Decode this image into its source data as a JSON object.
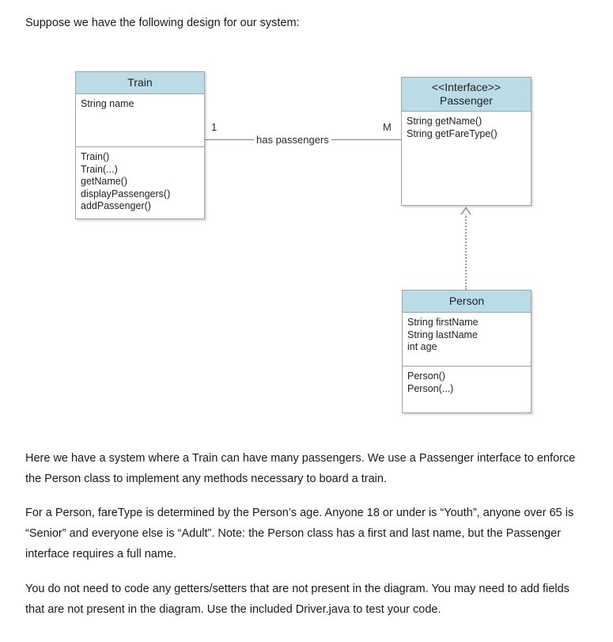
{
  "intro": {
    "text": "Suppose we have the following design for our system:"
  },
  "diagram": {
    "type": "uml-class-diagram",
    "header_color": "#b9dce7",
    "border_color": "#9fa3a6",
    "classes": [
      {
        "id": "train",
        "name": "Train",
        "stereotype": "",
        "attributes": [
          "String name"
        ],
        "methods": [
          "Train()",
          "Train(...)",
          "getName()",
          "displayPassengers()",
          "addPassenger()"
        ]
      },
      {
        "id": "passenger",
        "name": "Passenger",
        "stereotype": "<<Interface>>",
        "attributes": [],
        "methods": [
          "String getName()",
          "String getFareType()"
        ]
      },
      {
        "id": "person",
        "name": "Person",
        "stereotype": "",
        "attributes": [
          "String firstName",
          "String lastName",
          "int age"
        ],
        "methods": [
          "Person()",
          "Person(...)"
        ]
      }
    ],
    "relationships": [
      {
        "id": "train-passenger",
        "kind": "association",
        "label": "has passengers",
        "source": "Train",
        "target": "Passenger",
        "source_multiplicity": "1",
        "target_multiplicity": "M"
      },
      {
        "id": "person-passenger",
        "kind": "realization",
        "label": "",
        "source": "Person",
        "target": "Passenger",
        "line_style": "dotted",
        "arrow": "hollow-triangle"
      }
    ]
  },
  "body": {
    "paragraph_1": "Here we have a system where a Train can have many passengers. We use a Passenger interface to enforce the Person class to implement any methods necessary to board a train.",
    "paragraph_2": "For a Person, fareType is determined by the Person’s age. Anyone 18 or under is “Youth”, anyone over 65 is “Senior” and everyone else is “Adult”. Note: the Person class has a first and last name, but the Passenger interface requires a full name.",
    "paragraph_3": "You do not need to code any getters/setters that are not present in the diagram. You may need to add fields that are not present in the diagram. Use the included Driver.java to test your code."
  }
}
